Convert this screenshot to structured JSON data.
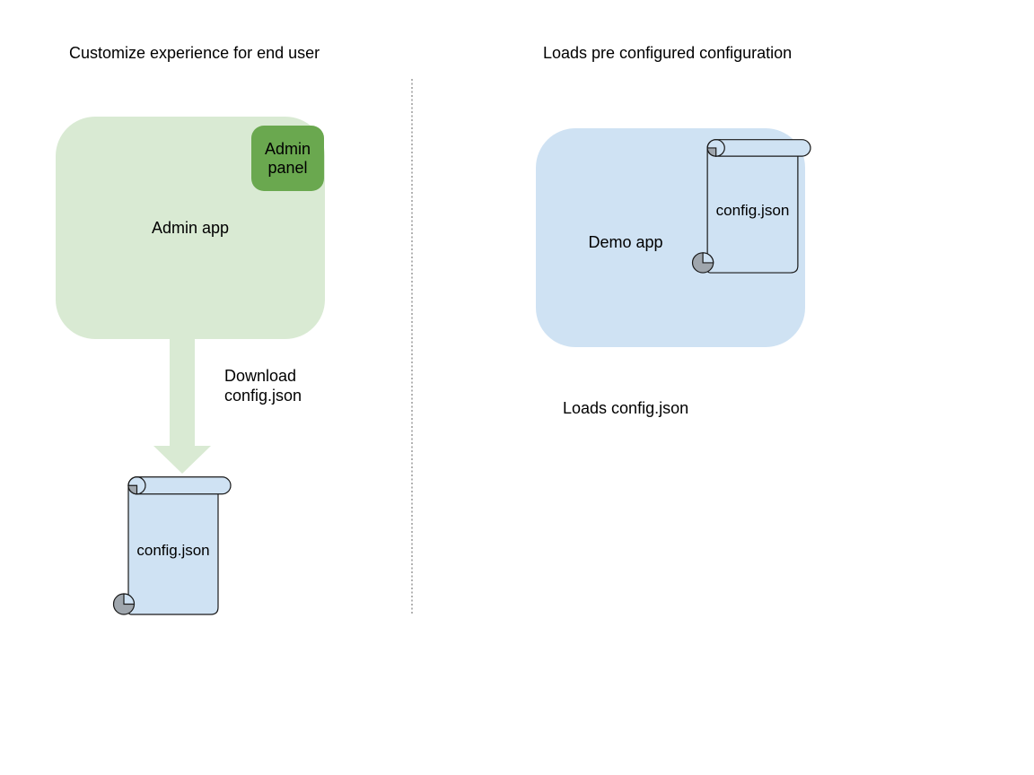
{
  "colors": {
    "page_bg": "#ffffff",
    "light_green": "#d9ead3",
    "panel_green": "#6aa84f",
    "light_blue": "#cfe2f3",
    "curl_gray": "#9fa6ad",
    "outline": "#1a1a1a",
    "text": "#000000",
    "divider": "#666666"
  },
  "left_section": {
    "title": "Customize experience for end user",
    "admin_app_label": "Admin app",
    "admin_panel_label": "Admin panel",
    "arrow_label_line1": "Download",
    "arrow_label_line2": "config.json",
    "config_file_label": "config.json"
  },
  "right_section": {
    "title": "Loads pre configured configuration",
    "demo_app_label": "Demo app",
    "config_file_label": "config.json",
    "caption": "Loads config.json"
  }
}
